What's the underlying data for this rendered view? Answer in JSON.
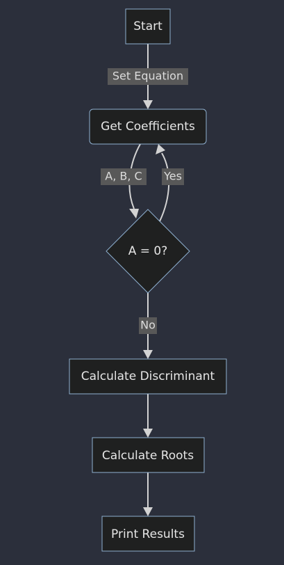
{
  "colors": {
    "background": "#2b2f3b",
    "node_fill": "#1f2020",
    "node_stroke": "#8fb0d0",
    "edge": "#d3d3d3",
    "label_bg": "#585858",
    "text": "#e6e6e6"
  },
  "nodes": {
    "start": "Start",
    "get_coefficients": "Get Coefficients",
    "decision": "A = 0?",
    "calc_discriminant": "Calculate Discriminant",
    "calc_roots": "Calculate Roots",
    "print_results": "Print Results"
  },
  "edges": {
    "set_equation": "Set Equation",
    "abc": "A, B, C",
    "yes": "Yes",
    "no": "No"
  }
}
